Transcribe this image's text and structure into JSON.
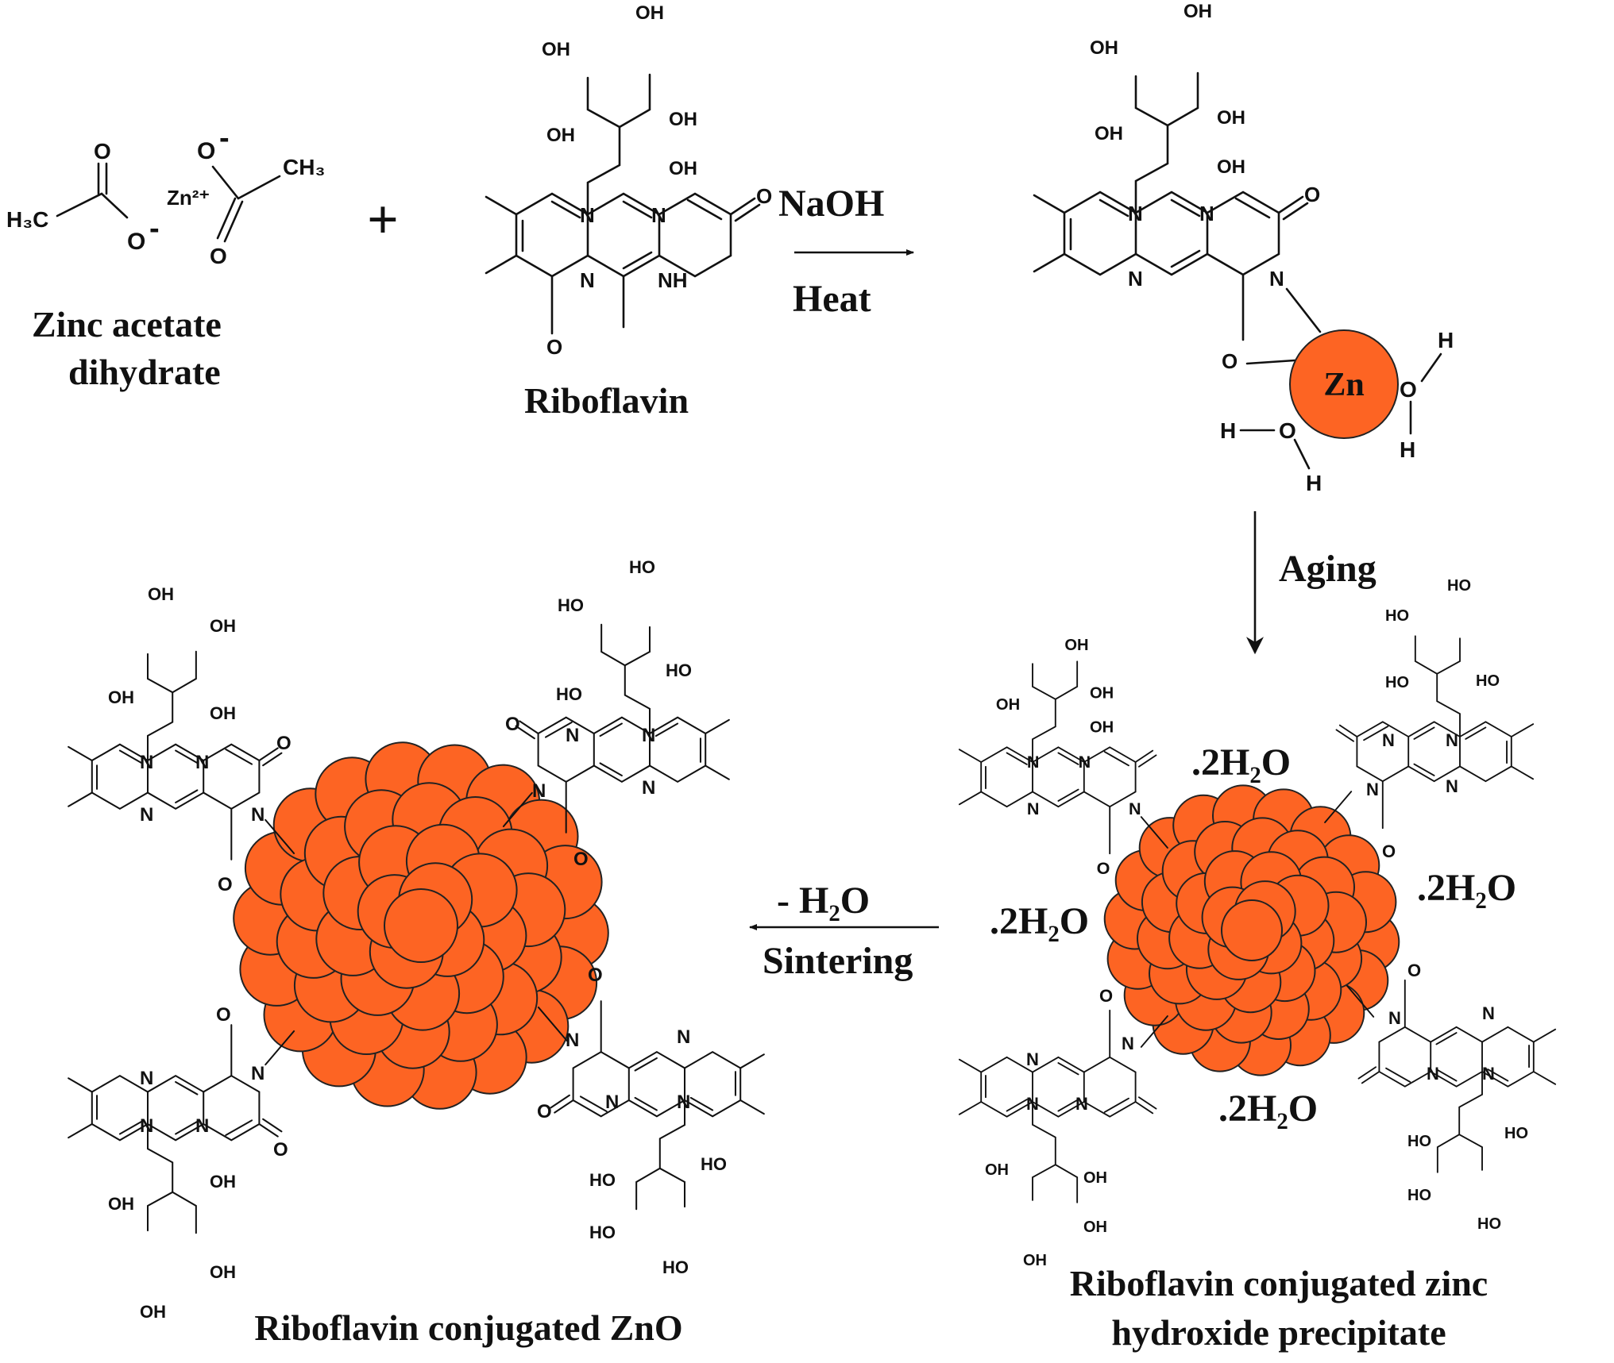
{
  "reactants": {
    "zinc_acetate": {
      "name": "Zinc acetate\ndihydrate",
      "name_line1": "Zinc acetate",
      "name_line2": "dihydrate",
      "atoms": {
        "methyl_left": "H₃C",
        "oxygen": "O",
        "zinc": "Zn²⁺",
        "methyl_right": "CH₃",
        "charge": "-"
      }
    },
    "plus": "+",
    "riboflavin": {
      "name": "Riboflavin"
    }
  },
  "atoms": {
    "OH": "OH",
    "HO": "HO",
    "N": "N",
    "NH": "NH",
    "O": "O",
    "H": "H"
  },
  "step1": {
    "reagent": "NaOH",
    "condition": "Heat"
  },
  "complex": {
    "metal": "Zn"
  },
  "step2": {
    "label": "Aging"
  },
  "precipitate": {
    "water_labels": [
      ".2H₂O",
      ".2H₂O",
      ".2H₂O",
      ".2H₂O"
    ],
    "name_line1": "Riboflavin conjugated zinc",
    "name_line2": "hydroxide precipitate"
  },
  "step3": {
    "line1": "- H₂O",
    "line2": "Sintering"
  },
  "product": {
    "name": "Riboflavin conjugated ZnO"
  },
  "colors": {
    "zinc_orange": "#fd6423",
    "ink": "#111111"
  }
}
